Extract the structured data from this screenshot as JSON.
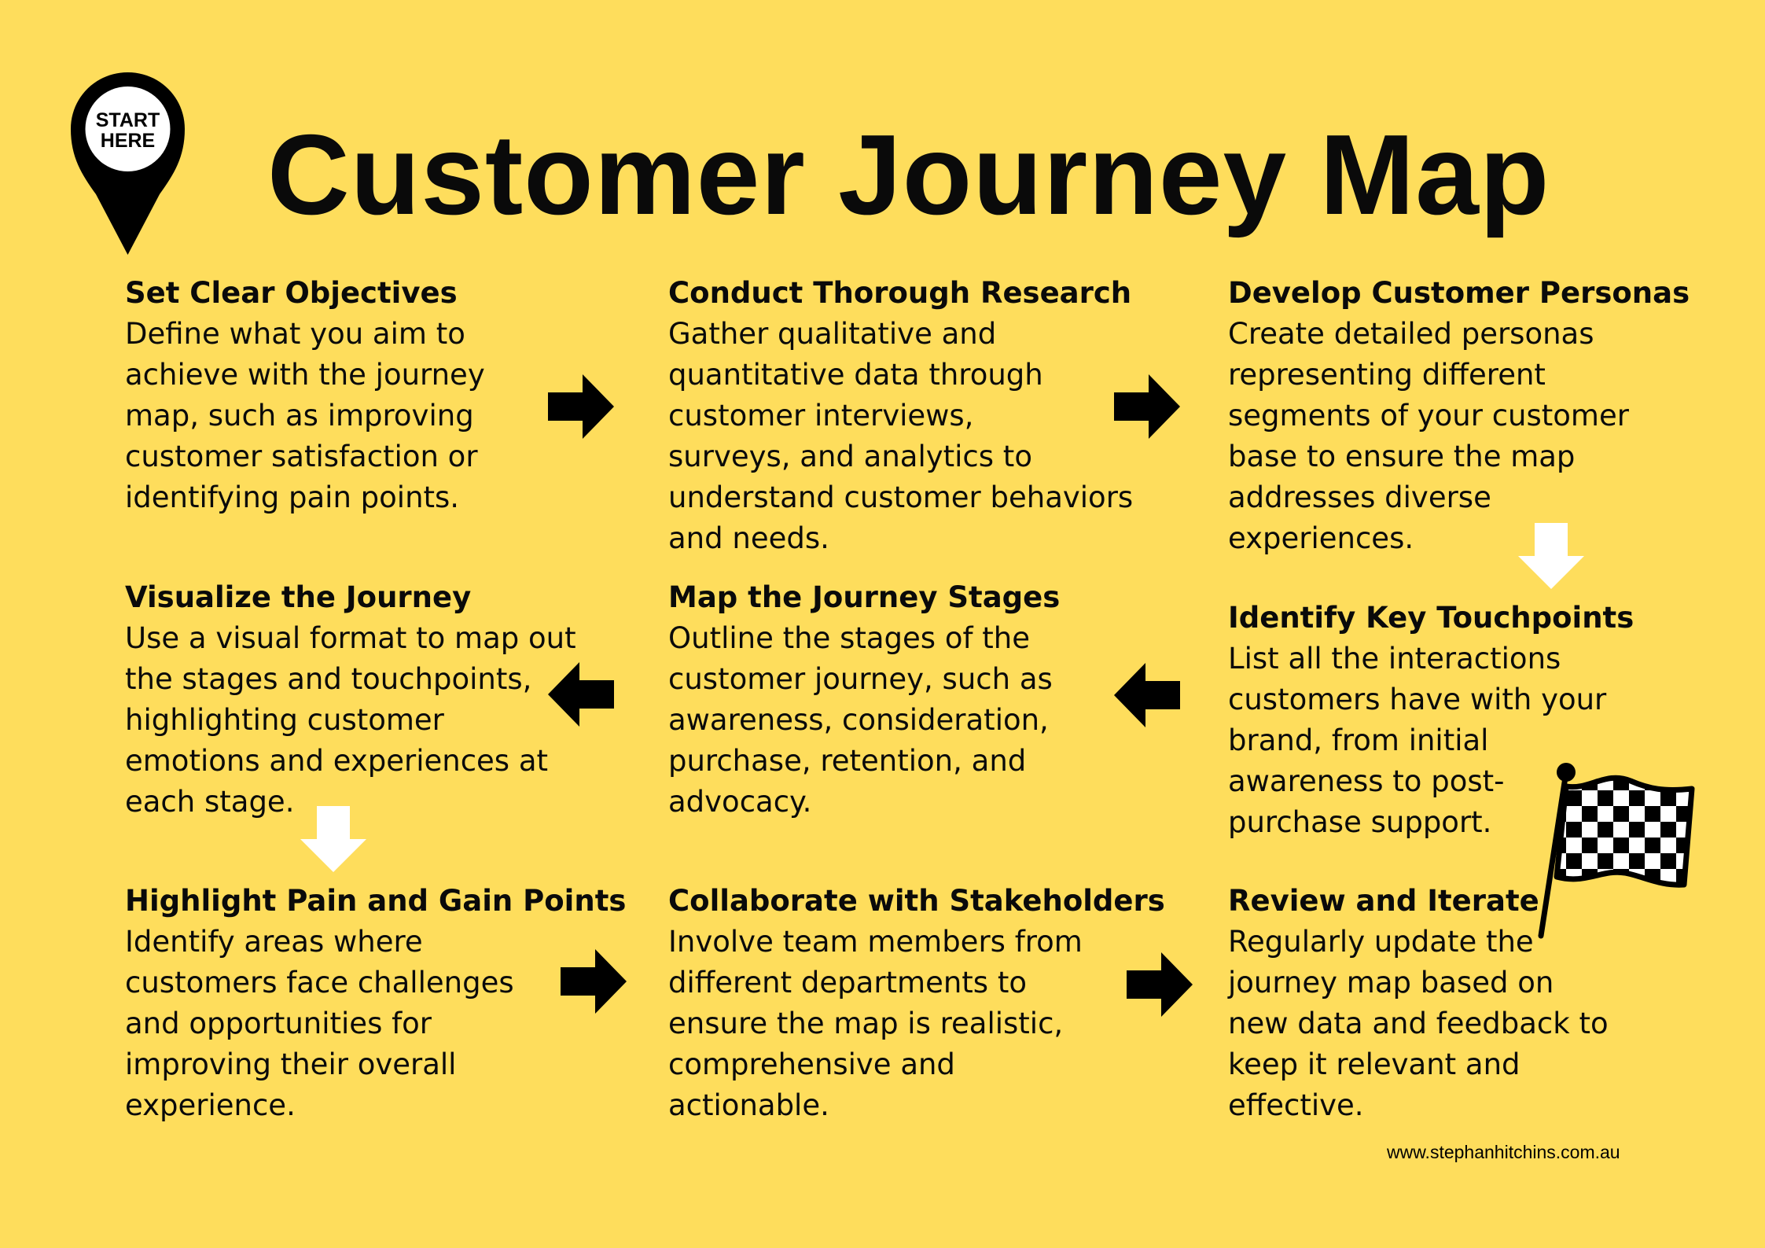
{
  "title": "Customer Journey Map",
  "start_pin": {
    "line1": "START",
    "line2": "HERE"
  },
  "steps": [
    {
      "title": "Set Clear Objectives",
      "body": "Define what you aim to\nachieve with the journey\nmap, such as improving\ncustomer satisfaction or\nidentifying pain points."
    },
    {
      "title": "Conduct Thorough Research",
      "body": "Gather qualitative and\nquantitative data through\ncustomer interviews,\nsurveys, and analytics to\nunderstand customer behaviors\nand needs."
    },
    {
      "title": "Develop Customer Personas",
      "body": "Create detailed personas\nrepresenting different\nsegments of your customer\nbase to ensure the map\naddresses diverse\nexperiences."
    },
    {
      "title": "Identify Key Touchpoints",
      "body": "List all the interactions\ncustomers have with your\nbrand, from initial\nawareness to post-\npurchase support."
    },
    {
      "title": "Map the Journey Stages",
      "body": "Outline the stages of the\ncustomer journey, such as\nawareness, consideration,\npurchase, retention, and\nadvocacy."
    },
    {
      "title": "Visualize the Journey",
      "body": "Use a visual format to map out\nthe stages and touchpoints,\nhighlighting customer\nemotions and experiences at\neach stage."
    },
    {
      "title": "Highlight Pain and Gain Points",
      "body": "Identify areas where\ncustomers face challenges\nand opportunities for\nimproving their overall\nexperience."
    },
    {
      "title": "Collaborate with Stakeholders",
      "body": "Involve team members from\ndifferent departments to\nensure the map is realistic,\ncomprehensive and\nactionable."
    },
    {
      "title": "Review and Iterate",
      "body": "Regularly update the\njourney map based on\nnew data and feedback to\nkeep it relevant and\neffective."
    }
  ],
  "icons": {
    "start": "map-pin-icon",
    "arrow_right": "arrow-right-icon",
    "arrow_left": "arrow-left-icon",
    "arrow_down": "arrow-down-icon",
    "finish": "checkered-flag-icon"
  },
  "colors": {
    "background": "#FEDD5C",
    "text": "#0a0a0a",
    "down_arrow": "#FFFFFF"
  },
  "website": "www.stephanhitchins.com.au"
}
